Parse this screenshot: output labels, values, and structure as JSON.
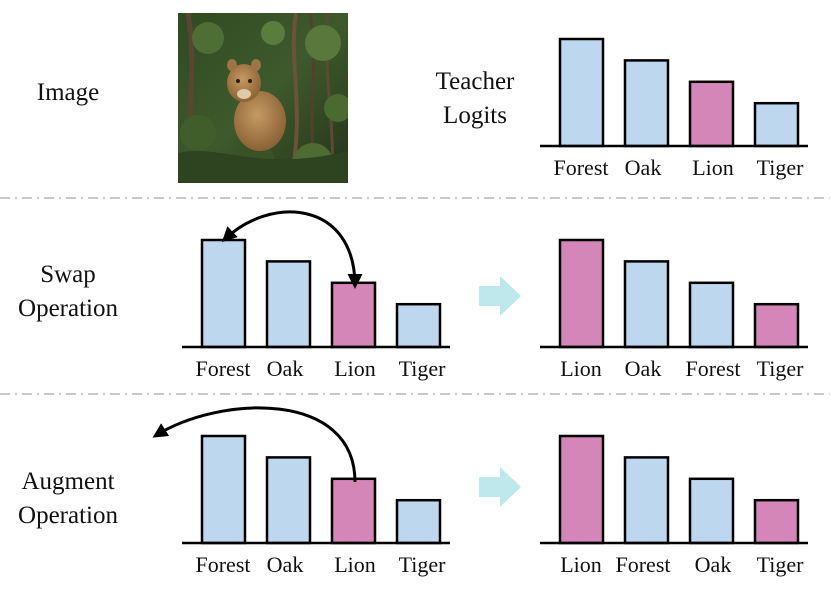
{
  "rows": {
    "image": {
      "label": "Image"
    },
    "teacher": {
      "label_lines": [
        "Teacher",
        "Logits"
      ]
    },
    "swap": {
      "label_lines": [
        "Swap",
        "Operation"
      ]
    },
    "augment": {
      "label_lines": [
        "Augment",
        "Operation"
      ]
    }
  },
  "colors": {
    "bar_default": "#bdd7ee",
    "bar_highlight": "#d486b8",
    "bar_stroke": "#000000",
    "arrow": "#000000",
    "transition_arrow": "#bfe8ec",
    "separator": "#c8c8c8"
  },
  "icons": {
    "photo": "lion-in-forest-image",
    "swap_arrow": "curved-swap-arrow-icon",
    "augment_arrow": "curved-augment-arrow-icon",
    "transition": "right-arrow-icon"
  },
  "chart_data": [
    {
      "id": "teacher",
      "type": "bar",
      "categories": [
        "Forest",
        "Oak",
        "Lion",
        "Tiger"
      ],
      "values": [
        1.0,
        0.8,
        0.6,
        0.4
      ],
      "highlight": [
        false,
        false,
        true,
        false
      ]
    },
    {
      "id": "swap-before",
      "type": "bar",
      "categories": [
        "Forest",
        "Oak",
        "Lion",
        "Tiger"
      ],
      "values": [
        1.0,
        0.8,
        0.6,
        0.4
      ],
      "highlight": [
        false,
        false,
        true,
        false
      ]
    },
    {
      "id": "swap-after",
      "type": "bar",
      "categories": [
        "Lion",
        "Oak",
        "Forest",
        "Tiger"
      ],
      "values": [
        1.0,
        0.8,
        0.6,
        0.4
      ],
      "highlight": [
        true,
        false,
        false,
        true
      ]
    },
    {
      "id": "augment-before",
      "type": "bar",
      "categories": [
        "Forest",
        "Oak",
        "Lion",
        "Tiger"
      ],
      "values": [
        1.0,
        0.8,
        0.6,
        0.4
      ],
      "highlight": [
        false,
        false,
        true,
        false
      ]
    },
    {
      "id": "augment-after",
      "type": "bar",
      "categories": [
        "Lion",
        "Forest",
        "Oak",
        "Tiger"
      ],
      "values": [
        1.0,
        0.8,
        0.6,
        0.4
      ],
      "highlight": [
        true,
        false,
        false,
        true
      ]
    }
  ]
}
